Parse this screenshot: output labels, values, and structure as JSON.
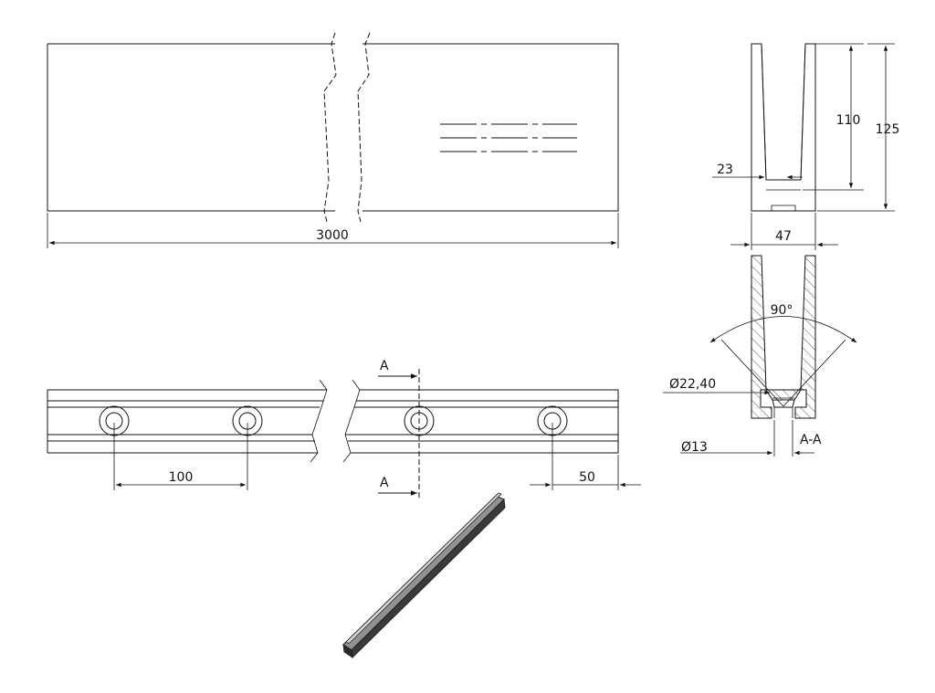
{
  "dimensions": {
    "length": "3000",
    "height_inner": "110",
    "height_total": "125",
    "slot_width": "23",
    "width": "47",
    "angle": "90°",
    "hole_counterbore": "22,40",
    "hole_diameter": "13",
    "hole_pitch": "100",
    "edge_offset": "50"
  },
  "symbols": {
    "diameter": "Ø"
  },
  "section": {
    "marker_top": "A",
    "marker_bottom": "A",
    "label": "A-A"
  },
  "colors": {
    "line": "#111111",
    "profile_fill": "#8a8a8a",
    "profile_dark": "#3a3a3a",
    "background": "#ffffff"
  }
}
